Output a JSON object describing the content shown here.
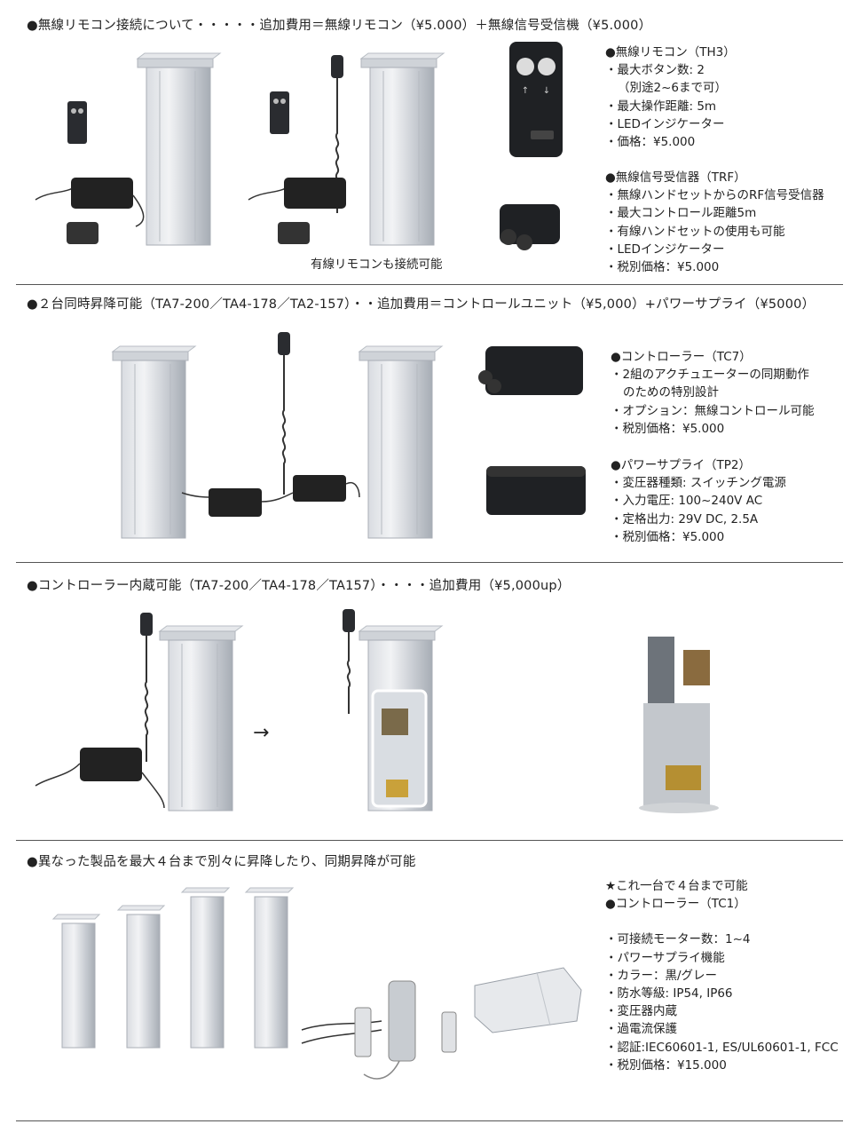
{
  "sections": [
    {
      "heading": "●無線リモコン接続について・・・・・追加費用＝無線リモコン（¥5.000）＋無線信号受信機（¥5.000）",
      "caption": "有線リモコンも接続可能",
      "specs": [
        {
          "title": "●無線リモコン（TH3）",
          "items": [
            "・最大ボタン数: 2",
            "（別途2~6まで可）",
            "・最大操作距離: 5m",
            "・LEDインジケーター",
            "・価格：¥5.000"
          ]
        },
        {
          "title": "●無線信号受信器（TRF）",
          "items": [
            "・無線ハンドセットからのRF信号受信器",
            "・最大コントロール距離5m",
            "・有線ハンドセットの使用も可能",
            "・LEDインジケーター",
            "・税別価格：¥5.000"
          ]
        }
      ]
    },
    {
      "heading": "●２台同時昇降可能（TA7-200／TA4-178／TA2-157）・・追加費用＝コントロールユニット（¥5,000）+パワーサプライ（¥5000）",
      "specs": [
        {
          "title": "●コントローラー（TC7）",
          "items": [
            "・2組のアクチュエーターの同期動作",
            "のための特別設計",
            "・オプション：無線コントロール可能",
            "・税別価格：¥5.000"
          ]
        },
        {
          "title": "●パワーサプライ（TP2）",
          "items": [
            "・変圧器種類: スイッチング電源",
            "・入力電圧: 100~240V AC",
            "・定格出力: 29V DC, 2.5A",
            "・税別価格：¥5.000"
          ]
        }
      ]
    },
    {
      "heading": "●コントローラー内蔵可能（TA7-200／TA4-178／TA157）・・・・追加費用（¥5,000up）",
      "arrow": "→"
    },
    {
      "heading": "●異なった製品を最大４台まで別々に昇降したり、同期昇降が可能",
      "specs": [
        {
          "title": "★これ一台で４台まで可能",
          "subtitle": "●コントローラー（TC1）",
          "items": [
            "・可接続モーター数：1~4",
            "・パワーサプライ機能",
            "・カラー：黒/グレー",
            "・防水等級: IP54, IP66",
            "・変圧器内蔵",
            "・過電流保護",
            "・認証:IEC60601-1, ES/UL60601-1, FCC",
            "・税別価格：¥15.000"
          ]
        }
      ]
    }
  ],
  "colors": {
    "column_light": "#e9ebee",
    "column_mid": "#c7cbd1",
    "column_dark": "#9aa0a8",
    "device_black": "#1f2124",
    "rule": "#555555"
  }
}
